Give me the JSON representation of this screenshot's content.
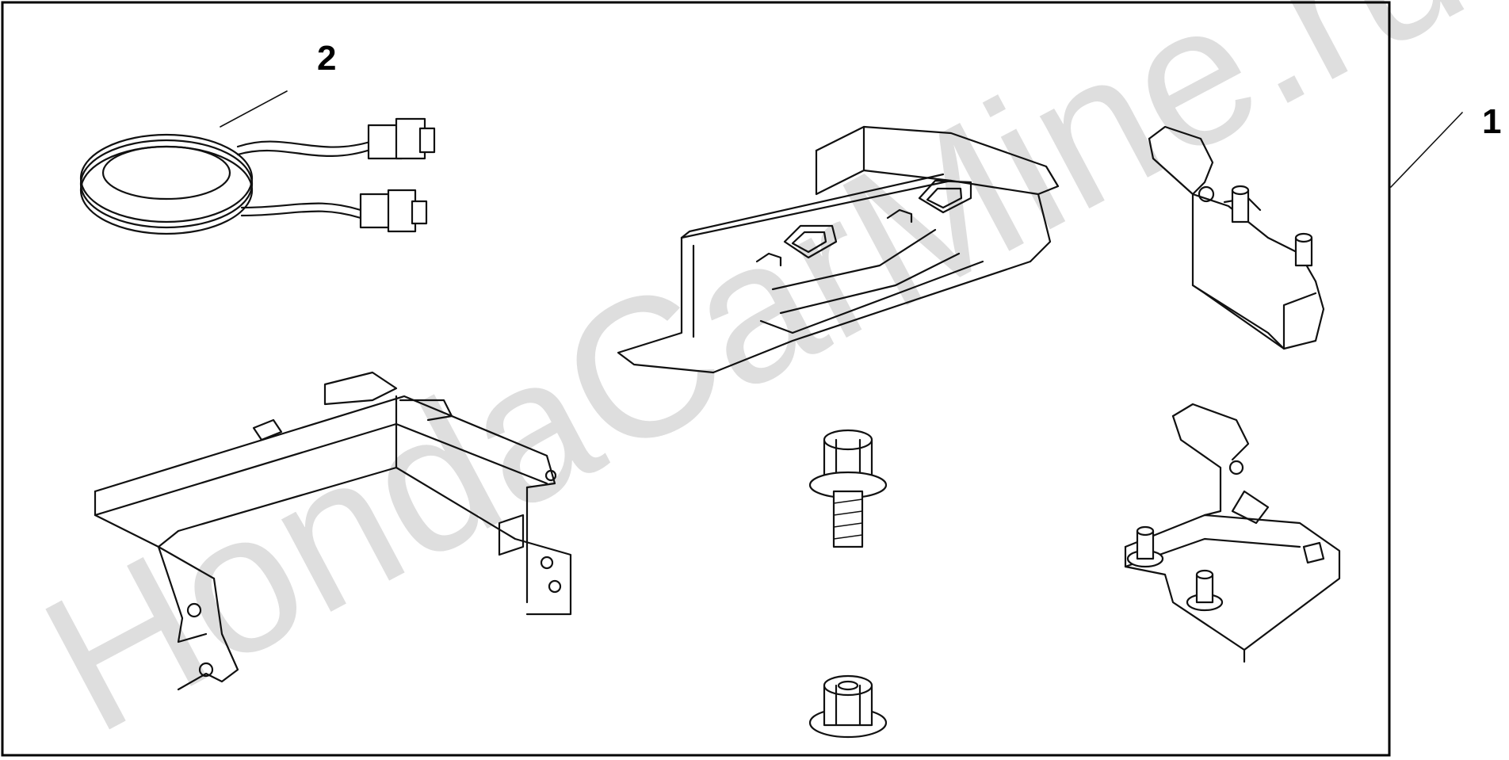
{
  "diagram": {
    "callouts": [
      {
        "id": "callout-1",
        "text": "1"
      },
      {
        "id": "callout-2",
        "text": "2"
      }
    ],
    "watermark": "HondaCarMine.ru",
    "colors": {
      "line": "#111111",
      "frame": "#000000",
      "watermark": "#dedede",
      "background": "#ffffff"
    }
  }
}
